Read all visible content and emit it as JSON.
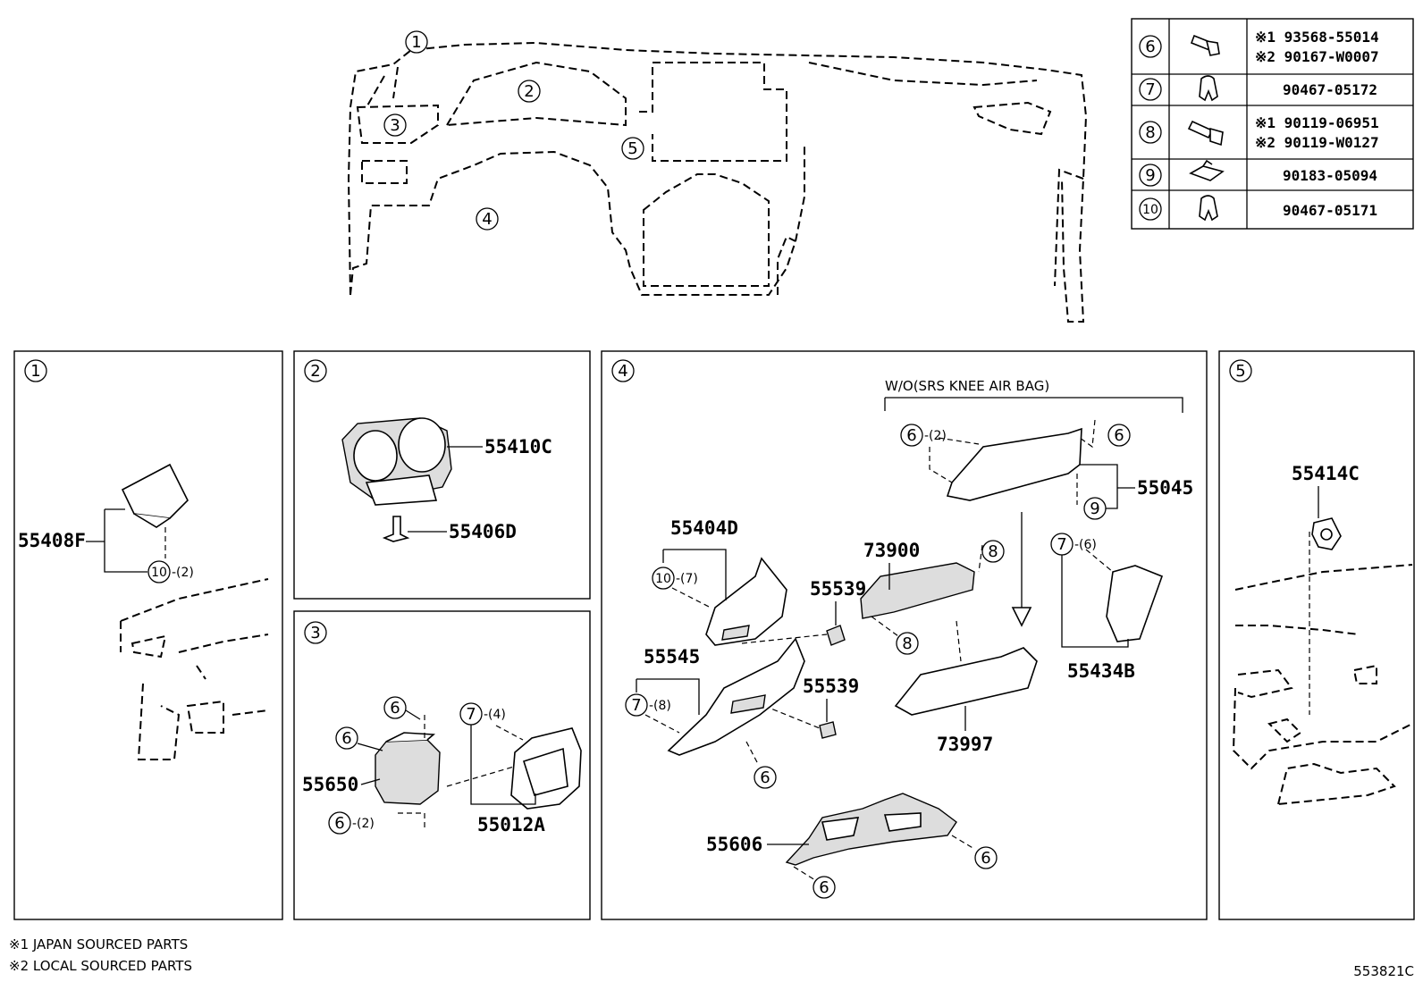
{
  "diagram_code": "553821C",
  "footnotes": [
    "※1 JAPAN SOURCED PARTS",
    "※2 LOCAL SOURCED PARTS"
  ],
  "overview_labels": [
    "1",
    "2",
    "3",
    "4",
    "5"
  ],
  "hardware_table": [
    {
      "ref": "6",
      "icon": "bolt-icon",
      "parts": [
        "※1 93568-55014",
        "※2 90167-W0007"
      ]
    },
    {
      "ref": "7",
      "icon": "clip-icon",
      "parts": [
        "90467-05172"
      ]
    },
    {
      "ref": "8",
      "icon": "screw-icon",
      "parts": [
        "※1 90119-06951",
        "※2 90119-W0127"
      ]
    },
    {
      "ref": "9",
      "icon": "nut-icon",
      "parts": [
        "90183-05094"
      ]
    },
    {
      "ref": "10",
      "icon": "clip-icon",
      "parts": [
        "90467-05171"
      ]
    }
  ],
  "panels": {
    "p1": {
      "label": "1",
      "parts": {
        "a": "55408F"
      },
      "callouts": {
        "c10": "10",
        "q10": "-(2)"
      }
    },
    "p2": {
      "label": "2",
      "parts": {
        "a": "55410C",
        "b": "55406D"
      }
    },
    "p3": {
      "label": "3",
      "parts": {
        "a": "55650",
        "b": "55012A"
      },
      "callouts": {
        "c6a": "6",
        "c6b": "6",
        "c6c": "6",
        "q6c": "-(2)",
        "c7": "7",
        "q7": "-(4)"
      }
    },
    "p4": {
      "label": "4",
      "note": "W/O(SRS KNEE AIR BAG)",
      "parts": {
        "a": "55404D",
        "b": "55545",
        "c": "55539",
        "d": "55539",
        "e": "73900",
        "f": "73997",
        "g": "55045",
        "h": "55434B",
        "i": "55606"
      },
      "callouts": {
        "c6a": "6",
        "q6a": "-(2)",
        "c6b": "6",
        "c9": "9",
        "c8a": "8",
        "c8b": "8",
        "c7a": "7",
        "q7a": "-(6)",
        "c10": "10",
        "q10": "-(7)",
        "c7b": "7",
        "q7b": "-(8)",
        "c6c": "6",
        "c6d": "6",
        "c6e": "6"
      }
    },
    "p5": {
      "label": "5",
      "parts": {
        "a": "55414C"
      }
    }
  }
}
